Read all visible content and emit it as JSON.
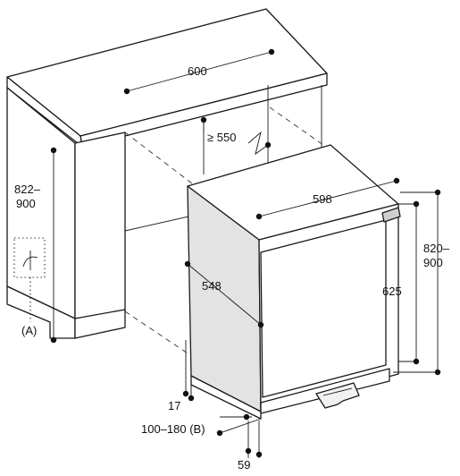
{
  "dimensions": {
    "worktop_width": "600",
    "niche_depth": "≥ 550",
    "niche_height_line1": "822–",
    "niche_height_line2": "900",
    "appliance_width": "598",
    "appliance_depth": "548",
    "appliance_height_line1": "820–",
    "appliance_height_line2": "900",
    "door_height": "625",
    "gap": "17",
    "plinth": "100–180 (B)",
    "bottom": "59"
  },
  "labels": {
    "socket_label": "(A)"
  },
  "colors": {
    "stroke": "#1a1a1a",
    "side_panel": "#e3e3e3"
  }
}
